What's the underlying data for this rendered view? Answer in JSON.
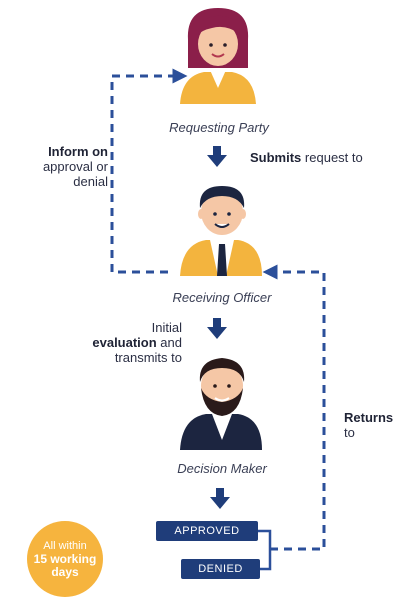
{
  "roles": {
    "requesting_party": "Requesting Party",
    "receiving_officer": "Receiving Officer",
    "decision_maker": "Decision Maker"
  },
  "steps": {
    "submits_bold": "Submits",
    "submits_rest": "request to",
    "initial_line1": "Initial",
    "initial_bold": "evaluation",
    "initial_and": "and",
    "initial_line3": "transmits to",
    "inform_bold": "Inform on",
    "inform_line2": "approval or",
    "inform_line3": "denial",
    "returns_bold": "Returns",
    "returns_line2": "to"
  },
  "outcomes": {
    "approved": "APPROVED",
    "denied": "DENIED"
  },
  "badge": {
    "line1": "All within",
    "line2": "15 working",
    "line3": "days"
  },
  "colors": {
    "navy": "#1f3d7a",
    "arrow_blue": "#2b4f9a",
    "gold": "#f6b43e",
    "text": "#2b2f44"
  }
}
